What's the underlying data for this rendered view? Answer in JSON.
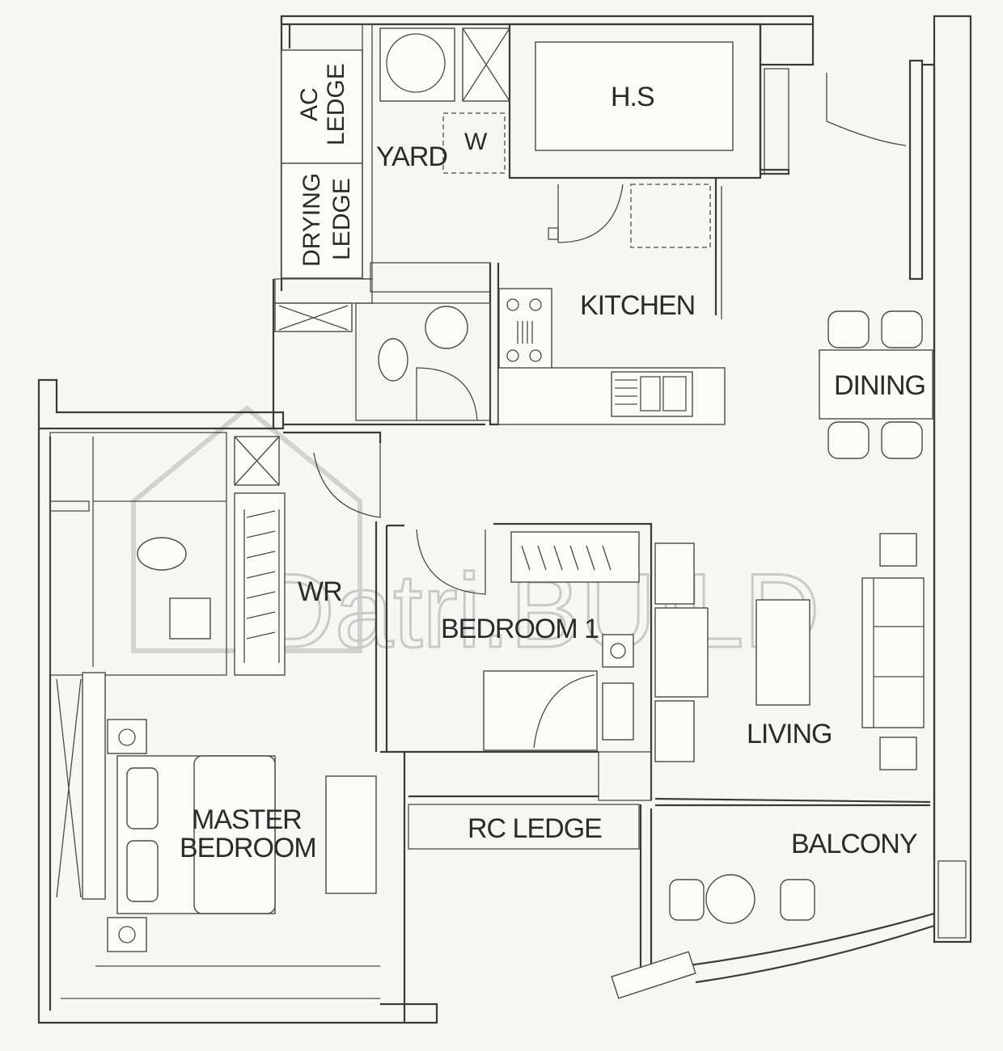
{
  "labels": {
    "hs": "H.S",
    "ac_ledge_1": "AC",
    "ac_ledge_2": "LEDGE",
    "drying_1": "DRYING",
    "drying_2": "LEDGE",
    "yard": "YARD",
    "washer": "W",
    "kitchen": "KITCHEN",
    "dining": "DINING",
    "wr": "WR",
    "bedroom1": "BEDROOM 1",
    "living": "LIVING",
    "master_1": "MASTER",
    "master_2": "BEDROOM",
    "rc_ledge": "RC LEDGE",
    "balcony": "BALCONY"
  },
  "watermark": "Datri.BUILD"
}
